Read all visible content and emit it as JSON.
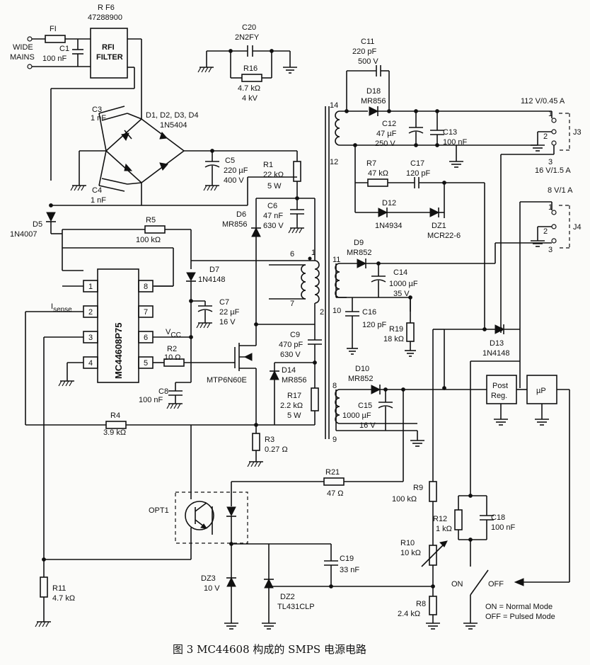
{
  "caption": "图 3   MC44608 构成的 SMPS 电源电路",
  "labels": {
    "f1": "FI",
    "wide_mains_1": "WIDE",
    "wide_mains_2": "MAINS",
    "c1": "C1",
    "c1_v": "100 nF",
    "rf6": "R F6",
    "rf6_pn": "47288900",
    "rfi_1": "RFI",
    "rfi_2": "FILTER",
    "c20": "C20",
    "c20_v": "2N2FY",
    "r16": "R16",
    "r16_v1": "4.7 kΩ",
    "r16_v2": "4 kV",
    "c3": "C3",
    "c3_v": "1 nF",
    "bridge": "D1, D2, D3, D4",
    "bridge_pn": "1N5404",
    "c4": "C4",
    "c4_v": "1 nF",
    "c5": "C5",
    "c5_v1": "220 µF",
    "c5_v2": "400 V",
    "d5": "D5",
    "d5_pn": "1N4007",
    "r5": "R5",
    "r5_v": "100 kΩ",
    "ic": "MC44608P75",
    "isense": "I",
    "isense_sub": "sense",
    "vcc": "V",
    "vcc_sub": "CC",
    "d7": "D7",
    "d7_pn": "1N4148",
    "c7": "C7",
    "c7_v1": "22 µF",
    "c7_v2": "16 V",
    "r2": "R2",
    "r2_v": "10 Ω",
    "c8": "C8",
    "c8_v": "100 nF",
    "r4": "R4",
    "r4_v": "3.9 kΩ",
    "r1": "R1",
    "r1_v1": "22 kΩ",
    "r1_v2": "5 W",
    "c6": "C6",
    "c6_v1": "47 nF",
    "c6_v2": "630 V",
    "d6": "D6",
    "d6_pn": "MR856",
    "c9": "C9",
    "c9_v1": "470 pF",
    "c9_v2": "630 V",
    "mosfet": "MTP6N60E",
    "d14": "D14",
    "d14_pn": "MR856",
    "r17": "R17",
    "r17_v1": "2.2 kΩ",
    "r17_v2": "5 W",
    "r3": "R3",
    "r3_v": "0.27 Ω",
    "c11": "C11",
    "c11_v1": "220 pF",
    "c11_v2": "500 V",
    "d18": "D18",
    "d18_pn": "MR856",
    "c12": "C12",
    "c12_v1": "47 µF",
    "c12_v2": "250 V",
    "c13": "C13",
    "c13_v": "100 nF",
    "out1": "112 V/0.45 A",
    "out2": "16 V/1.5 A",
    "out3": "8 V/1 A",
    "j3": "J3",
    "j4": "J4",
    "r7": "R7",
    "r7_v": "47 kΩ",
    "c17": "C17",
    "c17_v": "120 pF",
    "d12": "D12",
    "d12_pn": "1N4934",
    "dz1": "DZ1",
    "dz1_pn": "MCR22-6",
    "d9": "D9",
    "d9_pn": "MR852",
    "c14": "C14",
    "c14_v1": "1000 µF",
    "c14_v2": "35 V",
    "c16": "C16",
    "c16_v": "120 pF",
    "r19": "R19",
    "r19_v": "18 kΩ",
    "d13": "D13",
    "d13_pn": "1N4148",
    "d10": "D10",
    "d10_pn": "MR852",
    "c15": "C15",
    "c15_v1": "1000 µF",
    "c15_v2": "16 V",
    "post_1": "Post",
    "post_2": "Reg.",
    "mu_p": "µP",
    "r21": "R21",
    "r21_v": "47 Ω",
    "opt1": "OPT1",
    "r9": "R9",
    "r9_v": "100 kΩ",
    "r12": "R12",
    "r12_v": "1 kΩ",
    "c18": "C18",
    "c18_v": "100 nF",
    "r10": "R10",
    "r10_v": "10 kΩ",
    "r11": "R11",
    "r11_v": "4.7 kΩ",
    "c19": "C19",
    "c19_v": "33 nF",
    "dz3": "DZ3",
    "dz3_v": "10 V",
    "dz2": "DZ2",
    "dz2_pn": "TL431CLP",
    "r8": "R8",
    "r8_v": "2.4 kΩ",
    "on": "ON",
    "off": "OFF",
    "mode_on": "ON = Normal Mode",
    "mode_off": "OFF = Pulsed Mode",
    "pin1": "1",
    "pin2": "2",
    "pin3": "3",
    "pin4": "4",
    "pin5": "5",
    "pin6": "6",
    "pin7": "7",
    "pin8": "8",
    "t14": "14",
    "t12": "12",
    "t11": "11",
    "t10": "10",
    "t8": "8",
    "t9": "9",
    "t6": "6",
    "t7": "7",
    "t1": "1",
    "t2": "2",
    "j3_1": "1",
    "j3_2": "2",
    "j3_3": "3",
    "j4_1": "1",
    "j4_2": "2",
    "j4_3": "3"
  }
}
